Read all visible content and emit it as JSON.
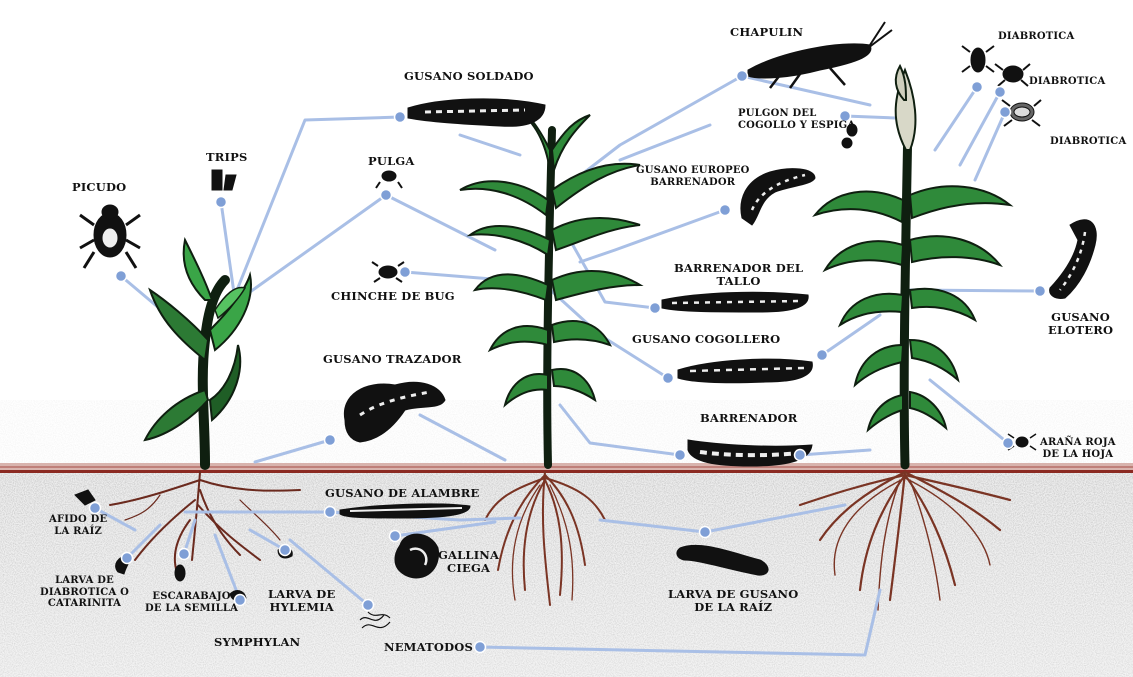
{
  "labels": {
    "picudo": "PICUDO",
    "trips": "TRIPS",
    "gusano_soldado": "GUSANO SOLDADO",
    "pulga": "PULGA",
    "chinche_de_bug": "CHINCHE DE BUG",
    "gusano_trazador": "GUSANO TRAZADOR",
    "chapulin": "CHAPULIN",
    "pulgon_l1": "PULGON DEL",
    "pulgon_l2": "COGOLLO Y ESPIGA",
    "europeo_l1": "GUSANO EUROPEO",
    "europeo_l2": "BARRENADOR",
    "barrenador_tallo_l1": "BARRENADOR DEL",
    "barrenador_tallo_l2": "TALLO",
    "gusano_cogollero": "GUSANO COGOLLERO",
    "barrenador": "BARRENADOR",
    "diabrotica_1": "DIABROTICA",
    "diabrotica_2": "DIABROTICA",
    "diabrotica_3": "DIABROTICA",
    "elotero_l1": "GUSANO",
    "elotero_l2": "ELOTERO",
    "arana_l1": "ARAÑA ROJA",
    "arana_l2": "DE LA HOJA",
    "gusano_alambre": "GUSANO DE ALAMBRE",
    "afido_l1": "AFIDO DE",
    "afido_l2": "LA RAÍZ",
    "larva_diab_l1": "LARVA DE",
    "larva_diab_l2": "DIABROTICA O",
    "larva_diab_l3": "CATARINITA",
    "escarabajo_l1": "ESCARABAJO",
    "escarabajo_l2": "DE LA SEMILLA",
    "hylemia_l1": "LARVA DE",
    "hylemia_l2": "HYLEMIA",
    "symphylan": "SYMPHYLAN",
    "gallina_l1": "GALLINA",
    "gallina_l2": "CIEGA",
    "gusano_raiz_l1": "LARVA DE GUSANO",
    "gusano_raiz_l2": "DE LA RAÍZ",
    "nematodos": "NEMATODOS"
  },
  "colors": {
    "connector": "#a9bfe6",
    "node": "#7f9fd6",
    "soil_line": "#8b2a22",
    "leaf_green": "#2f8a3a",
    "stem_dark": "#0f1f10",
    "root": "#7a3424",
    "soil_speckle": "#9a9a9a"
  }
}
